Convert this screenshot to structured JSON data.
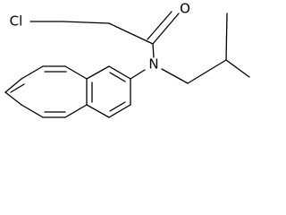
{
  "molecule": {
    "atoms": {
      "chlorine": "Cl",
      "oxygen": "O",
      "nitrogen": "N"
    },
    "colors": {
      "bond": "#000000",
      "label": "#000000",
      "background": "#ffffff"
    }
  }
}
